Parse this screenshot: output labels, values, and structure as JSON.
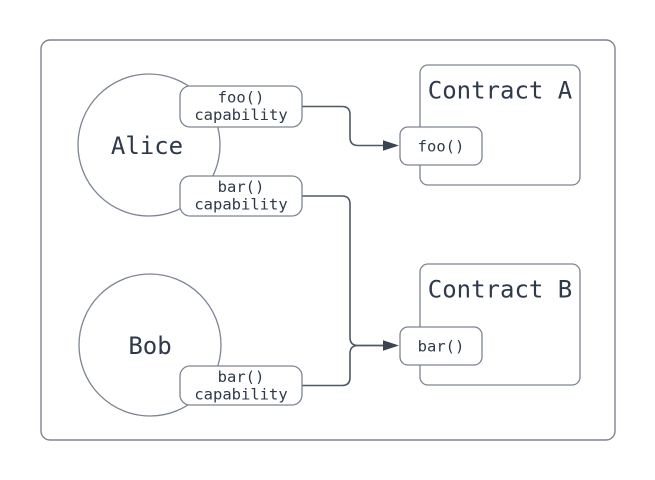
{
  "diagram": {
    "actors": {
      "alice": "Alice",
      "bob": "Bob"
    },
    "capabilities": {
      "alice_foo": {
        "line1": "foo()",
        "line2": "capability"
      },
      "alice_bar": {
        "line1": "bar()",
        "line2": "capability"
      },
      "bob_bar": {
        "line1": "bar()",
        "line2": "capability"
      }
    },
    "contracts": {
      "a": {
        "title": "Contract A",
        "method": "foo()"
      },
      "b": {
        "title": "Contract B",
        "method": "bar()"
      }
    },
    "colors": {
      "background": "#ffffff",
      "shape_border": "#7d8492",
      "connector": "#4e5866",
      "arrow_fill": "#3a4452",
      "text": "#2e3949"
    }
  }
}
